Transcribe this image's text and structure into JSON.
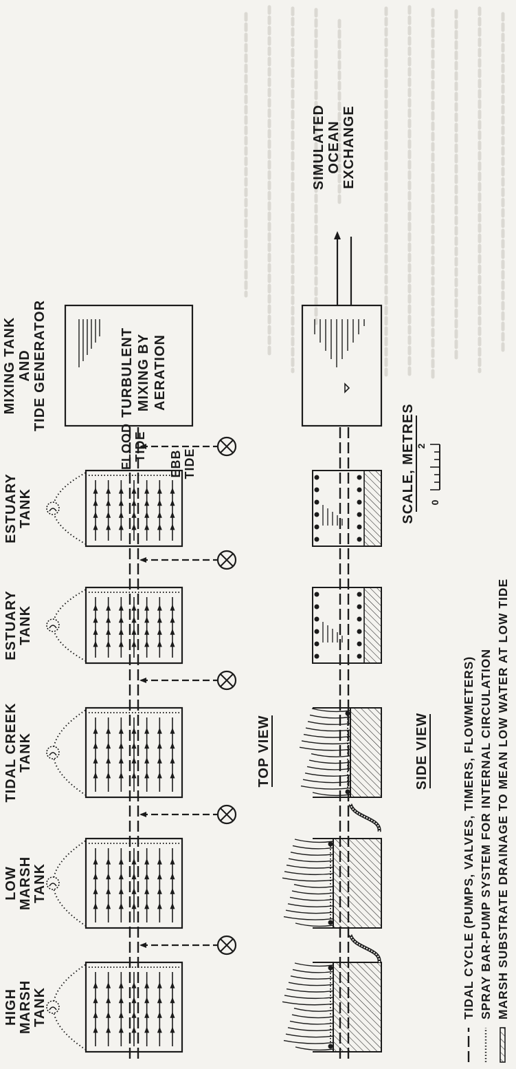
{
  "diagram": {
    "tanks": [
      {
        "id": "high-marsh",
        "name_lines": [
          "HIGH",
          "MARSH",
          "TANK"
        ]
      },
      {
        "id": "low-marsh",
        "name_lines": [
          "LOW",
          "MARSH",
          "TANK"
        ]
      },
      {
        "id": "tidal-creek",
        "name_lines": [
          "TIDAL CREEK",
          "TANK"
        ]
      },
      {
        "id": "estuary-1",
        "name_lines": [
          "ESTUARY",
          "TANK"
        ]
      },
      {
        "id": "estuary-2",
        "name_lines": [
          "ESTUARY",
          "TANK"
        ]
      }
    ],
    "mixing_tank": {
      "title_lines": [
        "MIXING TANK",
        "AND",
        "TIDE GENERATOR"
      ],
      "inner_lines": [
        "TURBULENT",
        "MIXING BY",
        "AERATION"
      ]
    },
    "flood_tide_lines": [
      "FLOOD",
      "TIDE"
    ],
    "ebb_tide_lines": [
      "EBB",
      "TIDE"
    ],
    "ocean_exchange_lines": [
      "SIMULATED",
      "OCEAN",
      "EXCHANGE"
    ],
    "top_view_label": "TOP VIEW",
    "side_view_label": "SIDE VIEW",
    "scale": {
      "title": "SCALE, METRES",
      "min_label": "0",
      "max_label": "2"
    },
    "legend": [
      {
        "key": "tidal",
        "text": "TIDAL CYCLE (PUMPS, VALVES, TIMERS, FLOWMETERS)"
      },
      {
        "key": "spray",
        "text": "SPRAY BAR-PUMP SYSTEM FOR INTERNAL CIRCULATION"
      },
      {
        "key": "drain",
        "text": "MARSH SUBSTRATE DRAINAGE TO MEAN LOW WATER AT LOW TIDE"
      }
    ]
  }
}
